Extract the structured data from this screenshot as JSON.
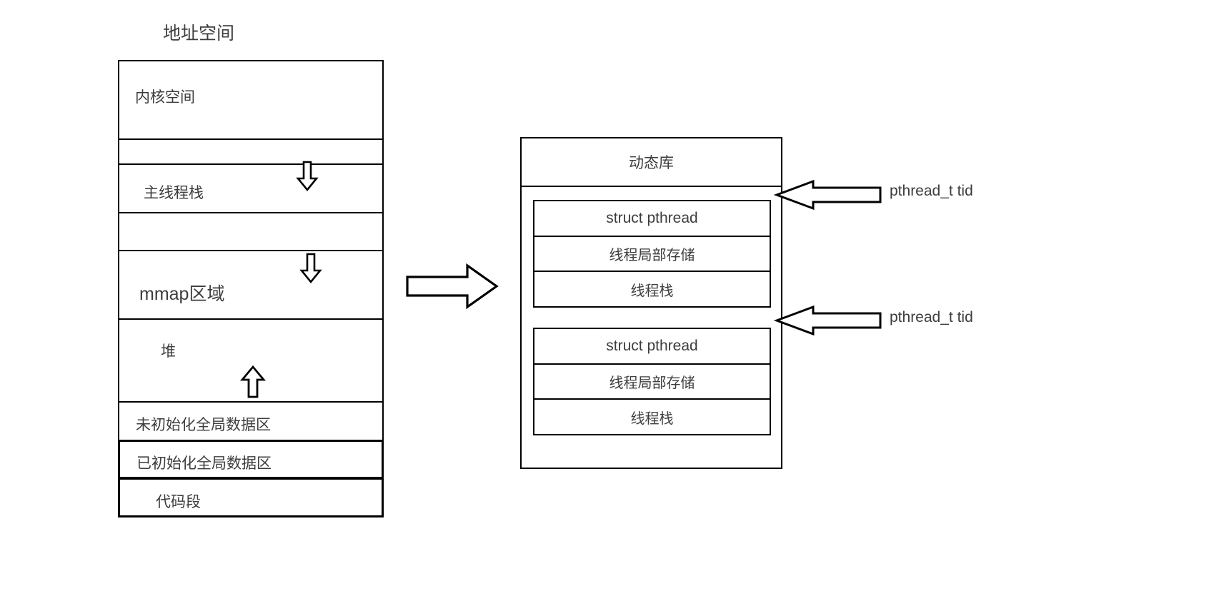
{
  "diagram": {
    "title": "Linux process address space and pthread thread layout",
    "stroke_color": "#000000",
    "text_color": "#3d3d3d",
    "background": "#ffffff"
  },
  "address_space": {
    "title": "地址空间",
    "segments": [
      {
        "id": "kernel",
        "label": "内核空间",
        "has_label": true,
        "arrow": "none"
      },
      {
        "id": "gap1",
        "label": "",
        "has_label": false,
        "arrow": "none"
      },
      {
        "id": "mainstack",
        "label": "主线程栈",
        "has_label": true,
        "arrow": "down"
      },
      {
        "id": "gap2",
        "label": "",
        "has_label": false,
        "arrow": "none"
      },
      {
        "id": "mmap",
        "label": "mmap区域",
        "has_label": true,
        "arrow": "down"
      },
      {
        "id": "heap",
        "label": "堆",
        "has_label": true,
        "arrow": "up"
      },
      {
        "id": "bss",
        "label": "未初始化全局数据区",
        "has_label": true,
        "arrow": "none"
      },
      {
        "id": "data",
        "label": "已初始化全局数据区",
        "has_label": true,
        "arrow": "none"
      },
      {
        "id": "text",
        "label": "代码段",
        "has_label": true,
        "arrow": "none"
      }
    ]
  },
  "transform_arrow": {
    "icon": "arrow-right-icon",
    "direction": "right"
  },
  "dynamic_library": {
    "title": "动态库",
    "thread_blocks": [
      {
        "rows": [
          {
            "label": "struct pthread",
            "script": "latin"
          },
          {
            "label": "线程局部存储",
            "script": "han"
          },
          {
            "label": "线程栈",
            "script": "han"
          }
        ],
        "callout": {
          "label": "pthread_t tid",
          "icon": "arrow-left-icon"
        }
      },
      {
        "rows": [
          {
            "label": "struct pthread",
            "script": "latin"
          },
          {
            "label": "线程局部存储",
            "script": "han"
          },
          {
            "label": "线程栈",
            "script": "han"
          }
        ],
        "callout": {
          "label": "pthread_t tid",
          "icon": "arrow-left-icon"
        }
      }
    ]
  }
}
